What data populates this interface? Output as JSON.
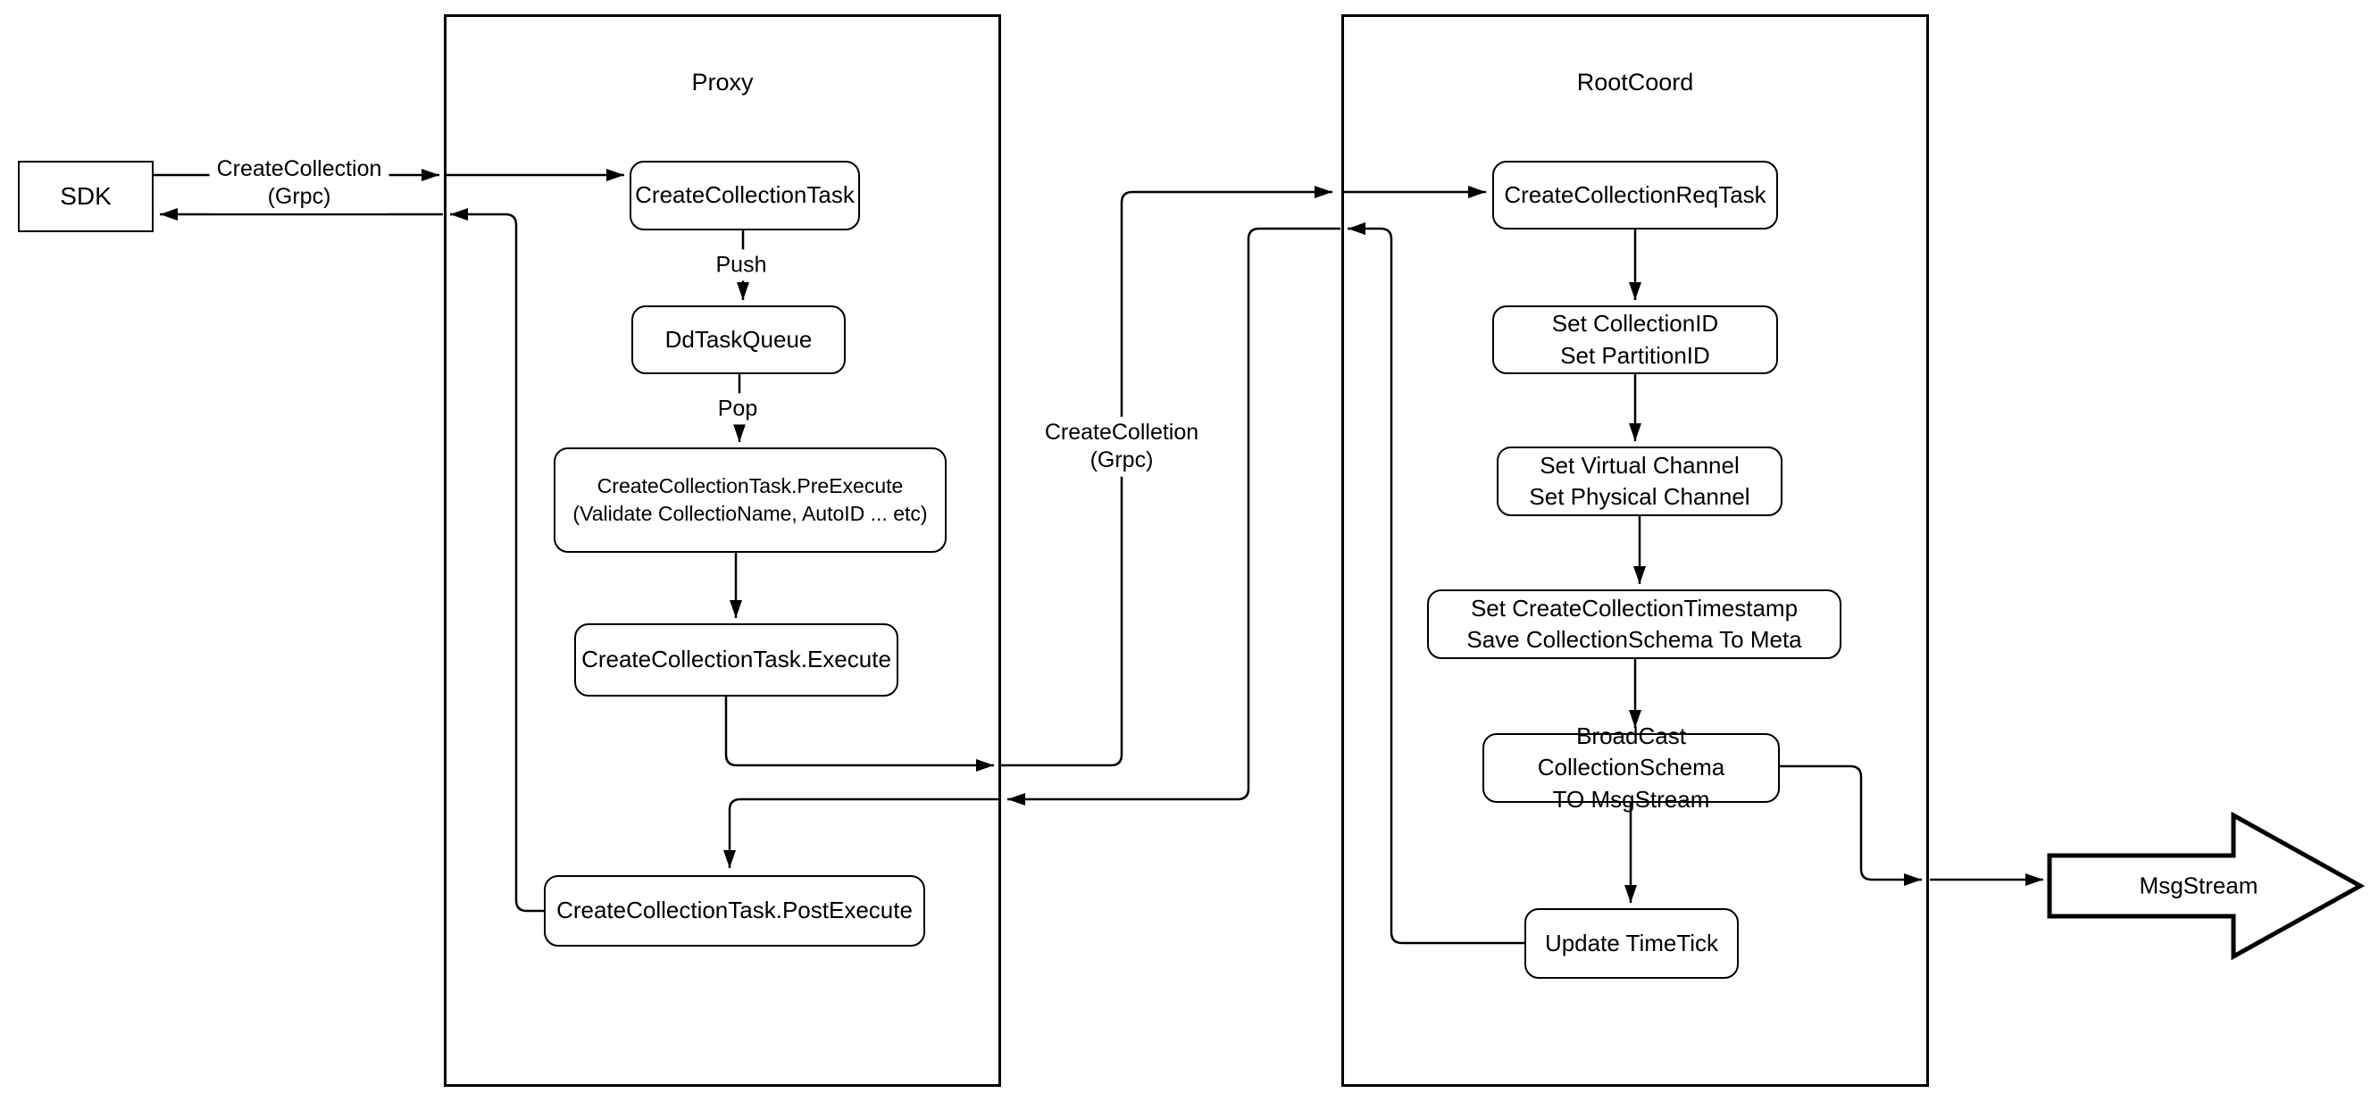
{
  "sdk": {
    "label": "SDK"
  },
  "proxy": {
    "title": "Proxy",
    "nodes": {
      "create_collection_task": {
        "label": "CreateCollectionTask"
      },
      "dd_task_queue": {
        "label": "DdTaskQueue"
      },
      "pre_execute": {
        "label": "CreateCollectionTask.PreExecute\n(Validate CollectioName, AutoID ... etc)"
      },
      "execute": {
        "label": "CreateCollectionTask.Execute"
      },
      "post_execute": {
        "label": "CreateCollectionTask.PostExecute"
      }
    }
  },
  "rootcoord": {
    "title": "RootCoord",
    "nodes": {
      "create_collection_req_task": {
        "label": "CreateCollectionReqTask"
      },
      "set_collection_id": {
        "label": "Set CollectionID\nSet PartitionID"
      },
      "set_channels": {
        "label": "Set Virtual Channel\nSet Physical Channel"
      },
      "set_timestamp": {
        "label": "Set CreateCollectionTimestamp\nSave CollectionSchema To Meta"
      },
      "broadcast": {
        "label": "BroadCast CollectionSchema\nTO MsgStream"
      },
      "update_timetick": {
        "label": "Update TimeTick"
      }
    }
  },
  "edge_labels": {
    "sdk_to_proxy_grpc": "CreateCollection\n(Grpc)",
    "push": "Push",
    "pop": "Pop",
    "proxy_to_rootcoord_grpc": "CreateColletion\n(Grpc)"
  },
  "msgstream": {
    "label": "MsgStream"
  },
  "colors": {
    "stroke": "#000000",
    "background": "#ffffff"
  }
}
